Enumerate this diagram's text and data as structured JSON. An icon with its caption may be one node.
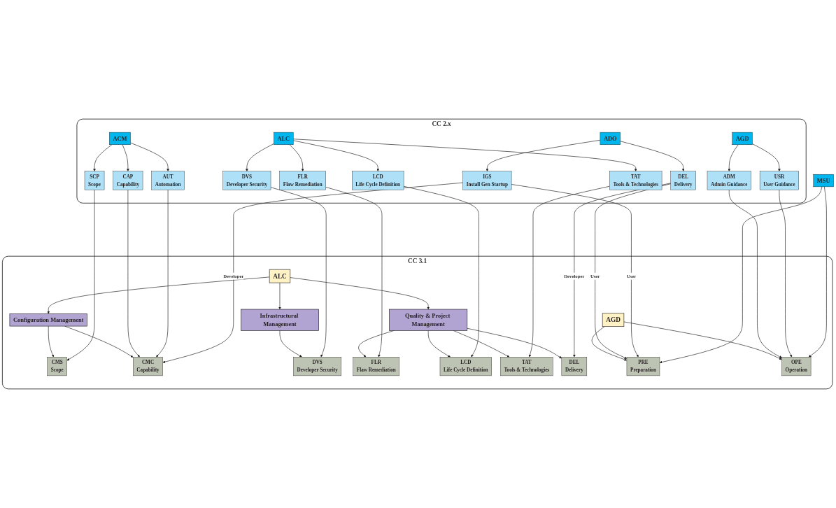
{
  "diagram": {
    "nodes": [
      {
        "text": [
          "CC 3.1"
        ]
      },
      {
        "text": [
          "ALC"
        ],
        "in": 0
      },
      {
        "text": [
          "AGD"
        ],
        "in": 0
      },
      {
        "text": [
          "Configuration Management"
        ],
        "in": 0
      },
      {
        "text": [
          "Infrastructural Management"
        ],
        "in": 0
      },
      {
        "text": [
          "Quality & Project Management"
        ],
        "in": 0
      },
      {
        "text": [
          "CMS",
          "Scope"
        ],
        "in": 0
      },
      {
        "text": [
          "CMC",
          "Capability"
        ],
        "in": 0
      },
      {
        "text": [
          "DVS",
          "Developer Security"
        ],
        "in": 0
      },
      {
        "text": [
          "FLR",
          "Flaw Remediation"
        ],
        "in": 0
      },
      {
        "text": [
          "LCD",
          "Life Cycle Definition"
        ],
        "in": 0
      },
      {
        "text": [
          "TAT",
          "Tools & Technologies"
        ],
        "in": 0
      },
      {
        "text": [
          "DEL",
          "Delivery"
        ],
        "in": 0
      },
      {
        "text": [
          "PRE",
          "Preparation"
        ],
        "in": 0
      },
      {
        "text": [
          "OPE",
          "Operation"
        ],
        "in": 0
      },
      {
        "text": [
          "MSU"
        ]
      },
      {
        "text": [
          "CC 2.x"
        ]
      },
      {
        "text": [
          "SCP",
          "Scope"
        ],
        "in": 16
      },
      {
        "text": [
          "CAP",
          "Capability"
        ],
        "in": 16
      },
      {
        "text": [
          "AUT",
          "Automation"
        ],
        "in": 16
      },
      {
        "text": [
          "DVS",
          "Developer Security"
        ],
        "in": 16
      },
      {
        "text": [
          "FLR",
          "Flaw Remediation"
        ],
        "in": 16
      },
      {
        "text": [
          "LCD",
          "Life Cycle Definition"
        ],
        "in": 16
      },
      {
        "text": [
          "TAT",
          "Tools & Technologies"
        ],
        "in": 16
      },
      {
        "text": [
          "DEL",
          "Delivery"
        ],
        "in": 16
      },
      {
        "text": [
          "IGS",
          "Install Gen Startup"
        ],
        "in": 16
      },
      {
        "text": [
          "ADM",
          "Admin Guidance"
        ],
        "in": 16
      },
      {
        "text": [
          "USR",
          "User Guidance"
        ],
        "in": 16
      },
      {
        "text": [
          "ACM"
        ],
        "in": 16
      },
      {
        "text": [
          "ALC"
        ],
        "in": 16
      },
      {
        "text": [
          "ADO"
        ],
        "in": 16
      },
      {
        "text": [
          "AGD"
        ],
        "in": 16
      }
    ],
    "edges": [
      {
        "from": 1,
        "to": 3,
        "arrow": "to"
      },
      {
        "from": 1,
        "to": 4,
        "arrow": "to"
      },
      {
        "from": 1,
        "to": 5,
        "arrow": "to"
      },
      {
        "from": 3,
        "to": 6,
        "arrow": "to"
      },
      {
        "from": 3,
        "to": 7,
        "arrow": "to"
      },
      {
        "from": 4,
        "to": 8,
        "arrow": "to"
      },
      {
        "from": 5,
        "to": 9,
        "arrow": "to"
      },
      {
        "from": 5,
        "to": 10,
        "arrow": "to"
      },
      {
        "from": 5,
        "to": 11,
        "arrow": "to"
      },
      {
        "from": 5,
        "to": 12,
        "arrow": "to"
      },
      {
        "from": 2,
        "to": 13,
        "arrow": "to"
      },
      {
        "from": 2,
        "to": 14,
        "arrow": "to"
      },
      {
        "from": 17,
        "to": 6,
        "arrow": "to"
      },
      {
        "from": 18,
        "to": 7,
        "arrow": "to"
      },
      {
        "from": 19,
        "to": 7,
        "arrow": "to"
      },
      {
        "from": 25,
        "to": 7,
        "arrow": "to",
        "label": "Developer"
      },
      {
        "from": 20,
        "to": 8,
        "arrow": "to"
      },
      {
        "from": 21,
        "to": 9,
        "arrow": "to"
      },
      {
        "from": 22,
        "to": 10,
        "arrow": "to"
      },
      {
        "from": 23,
        "to": 11,
        "arrow": "to"
      },
      {
        "from": 24,
        "to": 12,
        "arrow": "to",
        "label": "Developer"
      },
      {
        "from": 24,
        "to": 13,
        "arrow": "to",
        "label": "User"
      },
      {
        "from": 25,
        "to": 13,
        "arrow": "to",
        "label": "User"
      },
      {
        "from": 15,
        "to": 13,
        "arrow": "to"
      },
      {
        "from": 26,
        "to": 14,
        "arrow": "to"
      },
      {
        "from": 27,
        "to": 14,
        "arrow": "to"
      },
      {
        "from": 15,
        "to": 14,
        "arrow": "to"
      },
      {
        "from": 28,
        "to": 17,
        "arrow": "to"
      },
      {
        "from": 28,
        "to": 18,
        "arrow": "to"
      },
      {
        "from": 28,
        "to": 19,
        "arrow": "to"
      },
      {
        "from": 29,
        "to": 20,
        "arrow": "to"
      },
      {
        "from": 29,
        "to": 21,
        "arrow": "to"
      },
      {
        "from": 29,
        "to": 22,
        "arrow": "to"
      },
      {
        "from": 29,
        "to": 23,
        "arrow": "to"
      },
      {
        "from": 30,
        "to": 24,
        "arrow": "to"
      },
      {
        "from": 30,
        "to": 25,
        "arrow": "to"
      },
      {
        "from": 31,
        "to": 26,
        "arrow": "to"
      },
      {
        "from": 31,
        "to": 27,
        "arrow": "to"
      }
    ]
  }
}
